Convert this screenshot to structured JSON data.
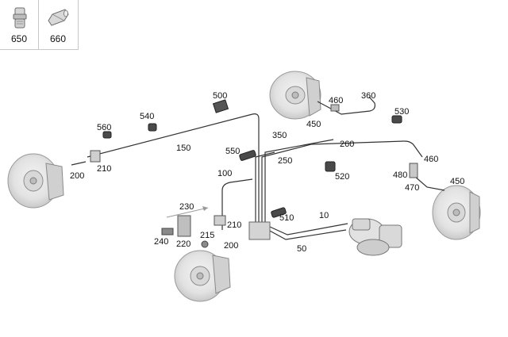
{
  "thumbnails": [
    {
      "label": "650",
      "icon": "plug-icon"
    },
    {
      "label": "660",
      "icon": "hex-fitting-icon"
    }
  ],
  "callouts": [
    {
      "id": "500",
      "text": "500"
    },
    {
      "id": "540",
      "text": "540"
    },
    {
      "id": "560",
      "text": "560"
    },
    {
      "id": "150",
      "text": "150"
    },
    {
      "id": "210a",
      "text": "210"
    },
    {
      "id": "200a",
      "text": "200"
    },
    {
      "id": "460a",
      "text": "460"
    },
    {
      "id": "360",
      "text": "360"
    },
    {
      "id": "450a",
      "text": "450"
    },
    {
      "id": "530",
      "text": "530"
    },
    {
      "id": "350",
      "text": "350"
    },
    {
      "id": "550",
      "text": "550"
    },
    {
      "id": "260",
      "text": "260"
    },
    {
      "id": "250",
      "text": "250"
    },
    {
      "id": "460b",
      "text": "460"
    },
    {
      "id": "520",
      "text": "520"
    },
    {
      "id": "480",
      "text": "480"
    },
    {
      "id": "470",
      "text": "470"
    },
    {
      "id": "450b",
      "text": "450"
    },
    {
      "id": "100",
      "text": "100"
    },
    {
      "id": "230",
      "text": "230"
    },
    {
      "id": "510",
      "text": "510"
    },
    {
      "id": "10",
      "text": "10"
    },
    {
      "id": "210b",
      "text": "210"
    },
    {
      "id": "240",
      "text": "240"
    },
    {
      "id": "220",
      "text": "220"
    },
    {
      "id": "215",
      "text": "215"
    },
    {
      "id": "200b",
      "text": "200"
    },
    {
      "id": "50",
      "text": "50"
    }
  ]
}
